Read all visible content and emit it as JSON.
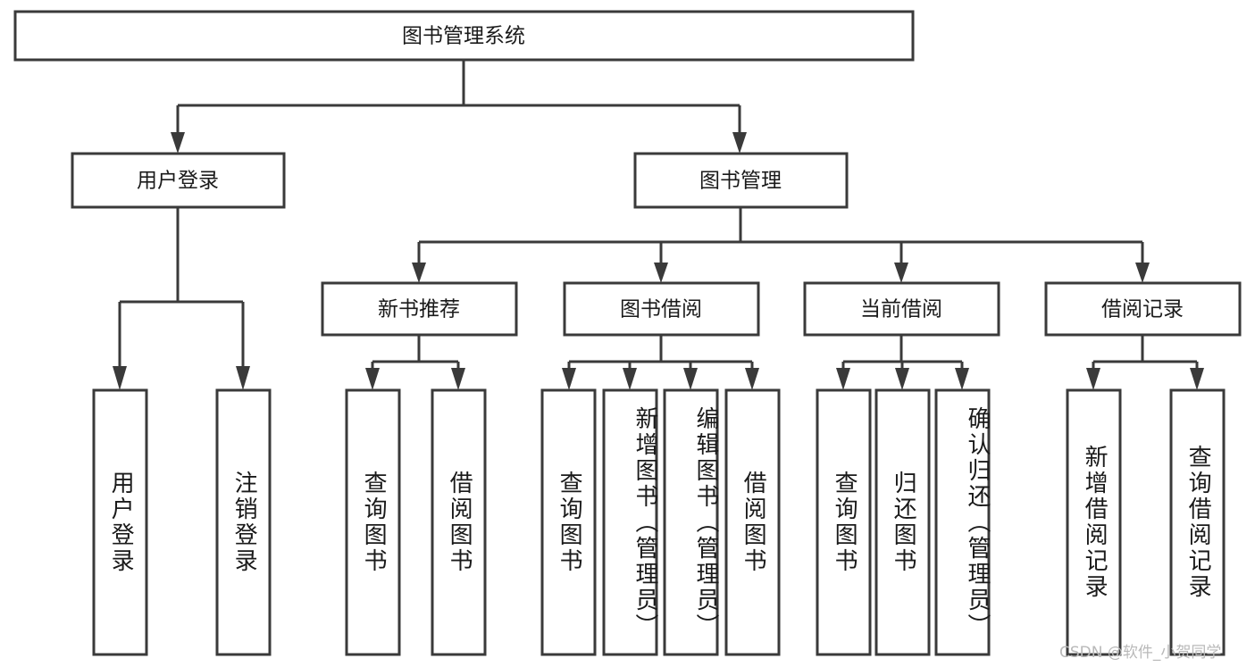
{
  "diagram": {
    "title": "图书管理系统",
    "type": "tree-hierarchy-diagram",
    "root": {
      "label": "图书管理系统"
    },
    "level2": [
      {
        "label": "用户登录"
      },
      {
        "label": "图书管理"
      }
    ],
    "level3": [
      {
        "label": "新书推荐"
      },
      {
        "label": "图书借阅"
      },
      {
        "label": "当前借阅"
      },
      {
        "label": "借阅记录"
      }
    ],
    "leaves": {
      "user_login": [
        {
          "label": "用户登录"
        },
        {
          "label": "注销登录"
        }
      ],
      "new_book_recommend": [
        {
          "label": "查询图书"
        },
        {
          "label": "借阅图书"
        }
      ],
      "book_borrow": [
        {
          "label": "查询图书"
        },
        {
          "label": "新增图书（管理员）"
        },
        {
          "label": "编辑图书（管理员）"
        },
        {
          "label": "借阅图书"
        }
      ],
      "current_borrow": [
        {
          "label": "查询图书"
        },
        {
          "label": "归还图书"
        },
        {
          "label": "确认归还（管理员）"
        }
      ],
      "borrow_record": [
        {
          "label": "新增借阅记录"
        },
        {
          "label": "查询借阅记录"
        }
      ]
    }
  },
  "watermark": {
    "text": "CSDN @软件_小贺同学"
  },
  "colors": {
    "stroke": "#3a3a3a",
    "box_fill": "#ffffff",
    "text": "#1a1a1a",
    "watermark": "#b9b9b9",
    "background": "#ffffff"
  }
}
